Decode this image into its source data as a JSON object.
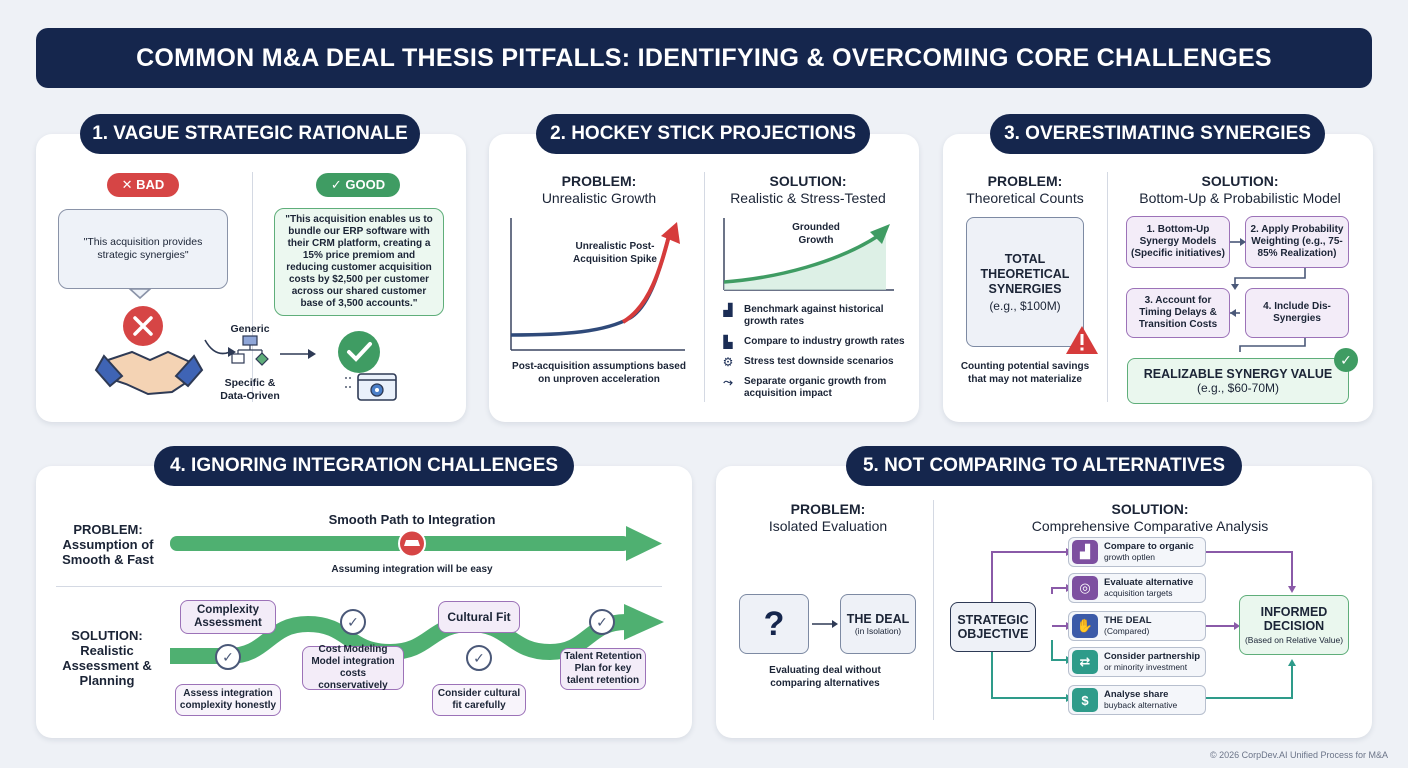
{
  "title": "COMMON M&A DEAL THESIS PITFALLS: IDENTIFYING & OVERCOMING CORE CHALLENGES",
  "footer": "© 2026 CorpDev.AI Unified Process for M&A",
  "p1": {
    "title": "1. VAGUE STRATEGIC RATIONALE",
    "bad_tag": "✕ BAD",
    "good_tag": "✓ GOOD",
    "bad_quote": "\"This acquisition provides strategic synergies\"",
    "good_quote": "\"This acquisition enables us to bundle our ERP software with their CRM platform, creating a 15% price premiom and reducing customer acquisition costs by $2,500 per customer across our shared customer base of 3,500 accounts.\"",
    "generic": "Generic",
    "specific": "Specific & Data-Oriven"
  },
  "p2": {
    "title": "2. HOCKEY STICK PROJECTIONS",
    "problem_head": "PROBLEM:",
    "problem_sub": "Unrealistic Growth",
    "solution_head": "SOLUTION:",
    "solution_sub": "Realistic & Stress-Tested",
    "spike_label": "Unrealistic Post-Acquisition Spike",
    "grounded_label": "Grounded Growth",
    "problem_caption": "Post-acquisition assumptions based on unproven acceleration",
    "bullets": [
      "Benchmark against historical growth rates",
      "Compare to industry growth rates",
      "Stress test downside scenarios",
      "Separate organic growth from acquisition impact"
    ]
  },
  "p3": {
    "title": "3. OVERESTIMATING SYNERGIES",
    "problem_head": "PROBLEM:",
    "problem_sub": "Theoretical Counts",
    "solution_head": "SOLUTION:",
    "solution_sub": "Bottom-Up & Probabilistic Model",
    "total_title": "TOTAL THEORETICAL SYNERGIES",
    "total_value": "(e.g., $100M)",
    "problem_caption": "Counting potential savings that may not materialize",
    "steps": [
      "1. Bottom-Up Synergy Models (Specific initiatives)",
      "2. Apply Probability Weighting (e.g., 75-85% Realization)",
      "3. Account for Timing Delays & Transition Costs",
      "4. Include Dis-Synergies"
    ],
    "result_title": "REALIZABLE SYNERGY VALUE",
    "result_value": "(e.g., $60-70M)"
  },
  "p4": {
    "title": "4. IGNORING INTEGRATION CHALLENGES",
    "problem_label": "PROBLEM: Assumption of Smooth & Fast",
    "smooth_label": "Smooth Path to Integration",
    "smooth_caption": "Assuming integration will be easy",
    "solution_label": "SOLUTION: Realistic Assessment & Planning",
    "box_complexity": "Complexity Assessment",
    "box_cost": "Cost Modeling Model integration costs conservatively",
    "box_cultural": "Cultural Fit",
    "box_talent": "Talent Retention Plan for key talent retention",
    "cap_complexity": "Assess integration complexity honestly",
    "cap_cultural": "Consider cultural fit carefully"
  },
  "p5": {
    "title": "5. NOT COMPARING TO ALTERNATIVES",
    "problem_head": "PROBLEM:",
    "problem_sub": "Isolated Evaluation",
    "solution_head": "SOLUTION:",
    "solution_sub": "Comprehensive Comparative Analysis",
    "question": "?",
    "deal_title": "THE DEAL",
    "deal_sub": "(in Isolation)",
    "problem_caption": "Evaluating deal without comparing alternatives",
    "objective": "STRATEGIC OBJECTIVE",
    "alts": [
      {
        "title": "Compare to organic",
        "sub": "growth optlen"
      },
      {
        "title": "Evaluate alternative",
        "sub": "acquisition targets"
      },
      {
        "title": "THE DEAL",
        "sub": "(Compared)"
      },
      {
        "title": "Consider partnership",
        "sub": "or minority investment"
      },
      {
        "title": "Analyse share",
        "sub": "buyback alternative"
      }
    ],
    "decision_title": "INFORMED DECISION",
    "decision_sub": "(Based on Relative Value)"
  }
}
